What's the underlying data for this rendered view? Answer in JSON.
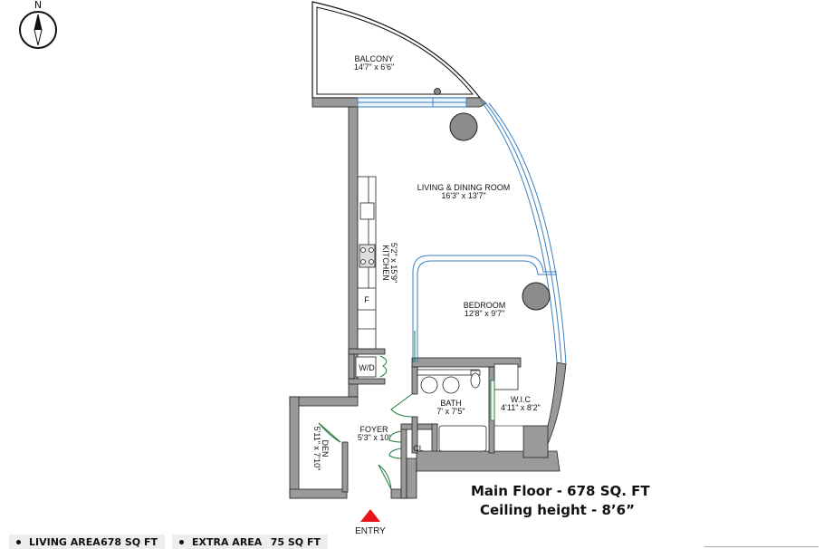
{
  "compass": {
    "label": "N",
    "icon": "north-arrow-icon"
  },
  "rooms": {
    "balcony": {
      "name": "BALCONY",
      "dims": "14'7\" x 6'6\""
    },
    "living": {
      "name": "LIVING & DINING ROOM",
      "dims": "16'3\" x 13'7\""
    },
    "kitchen": {
      "name": "KITCHEN",
      "dims": "5'2\" x 15'9\""
    },
    "bedroom": {
      "name": "BEDROOM",
      "dims": "12'8\" x 9'7\""
    },
    "bath": {
      "name": "BATH",
      "dims": "7' x 7'5\""
    },
    "wic": {
      "name": "W.I.C",
      "dims": "4'11\" x 8'2\""
    },
    "foyer": {
      "name": "FOYER",
      "dims": "5'3\" x 10'"
    },
    "den": {
      "name": "DEN",
      "dims": "5'11\" x 7'10\""
    },
    "closet": {
      "name": "CL"
    },
    "washer_dryer": {
      "name": "W/D"
    },
    "fridge": {
      "name": "F"
    }
  },
  "entry": {
    "label": "ENTRY",
    "color": "#e8141b"
  },
  "summary": {
    "main_floor": "Main Floor - 678 SQ. FT",
    "ceiling": "Ceiling height - 8’6”"
  },
  "legend": [
    {
      "label": "LIVING AREA",
      "value": "678 SQ FT"
    },
    {
      "label": "EXTRA AREA",
      "value": "75 SQ FT"
    }
  ],
  "colors": {
    "wall": "#9a9a9a",
    "wall_outline": "#222222",
    "window": "#3a7fc1",
    "door": "#1f7a3a",
    "column": "#8c8c8c"
  }
}
